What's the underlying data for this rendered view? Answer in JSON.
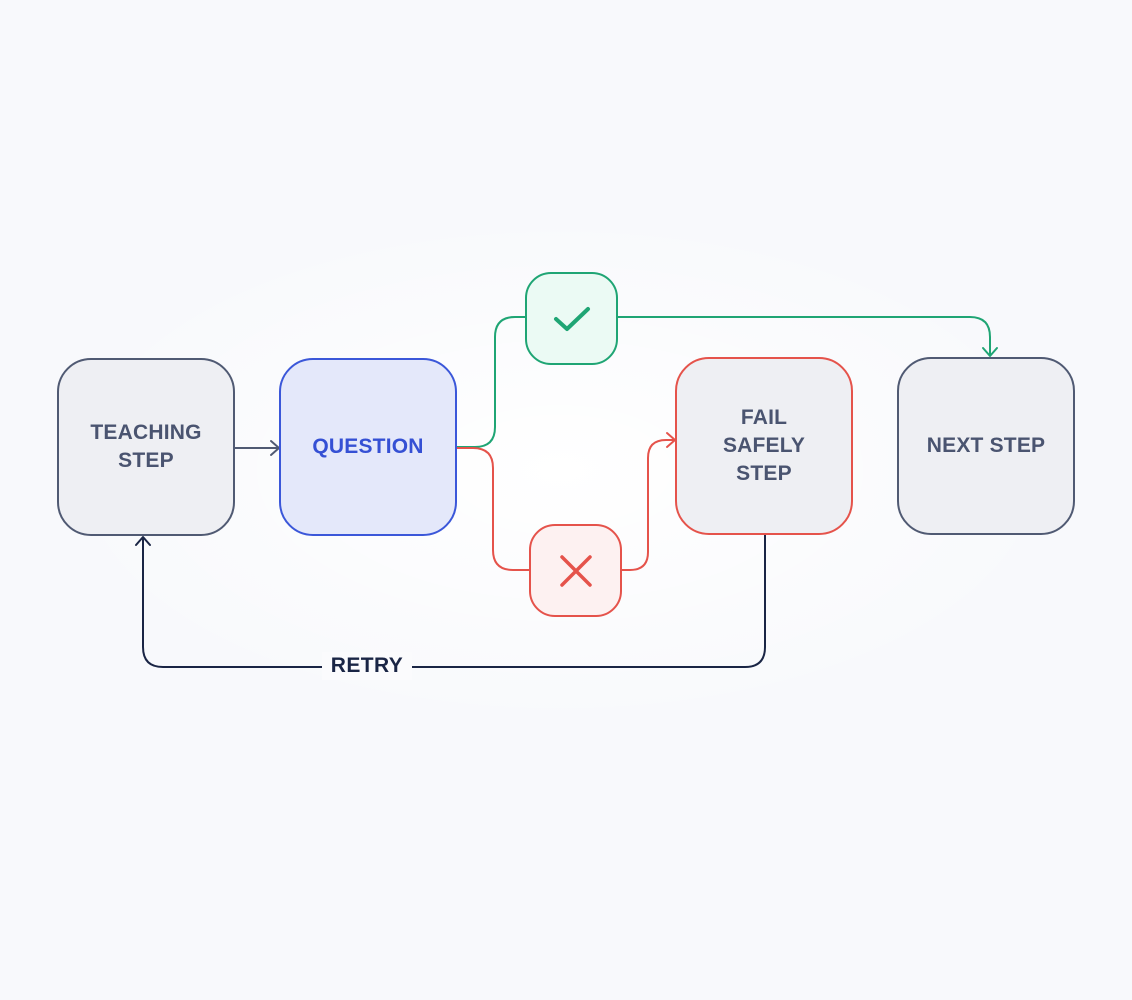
{
  "diagram": {
    "nodes": {
      "teaching": {
        "label": "TEACHING\nSTEP"
      },
      "question": {
        "label": "QUESTION"
      },
      "fail": {
        "label": "FAIL\nSAFELY\nSTEP"
      },
      "next": {
        "label": "NEXT STEP"
      }
    },
    "badges": {
      "correct": {
        "icon": "checkmark-icon",
        "color": "#1fa574"
      },
      "wrong": {
        "icon": "cross-icon",
        "color": "#e5534b"
      }
    },
    "edges": {
      "retry_label": "RETRY"
    },
    "colors": {
      "neutral": "#505a73",
      "question_accent": "#3b57d9",
      "success": "#1fa574",
      "error": "#e5534b",
      "retry": "#1a2545"
    }
  }
}
